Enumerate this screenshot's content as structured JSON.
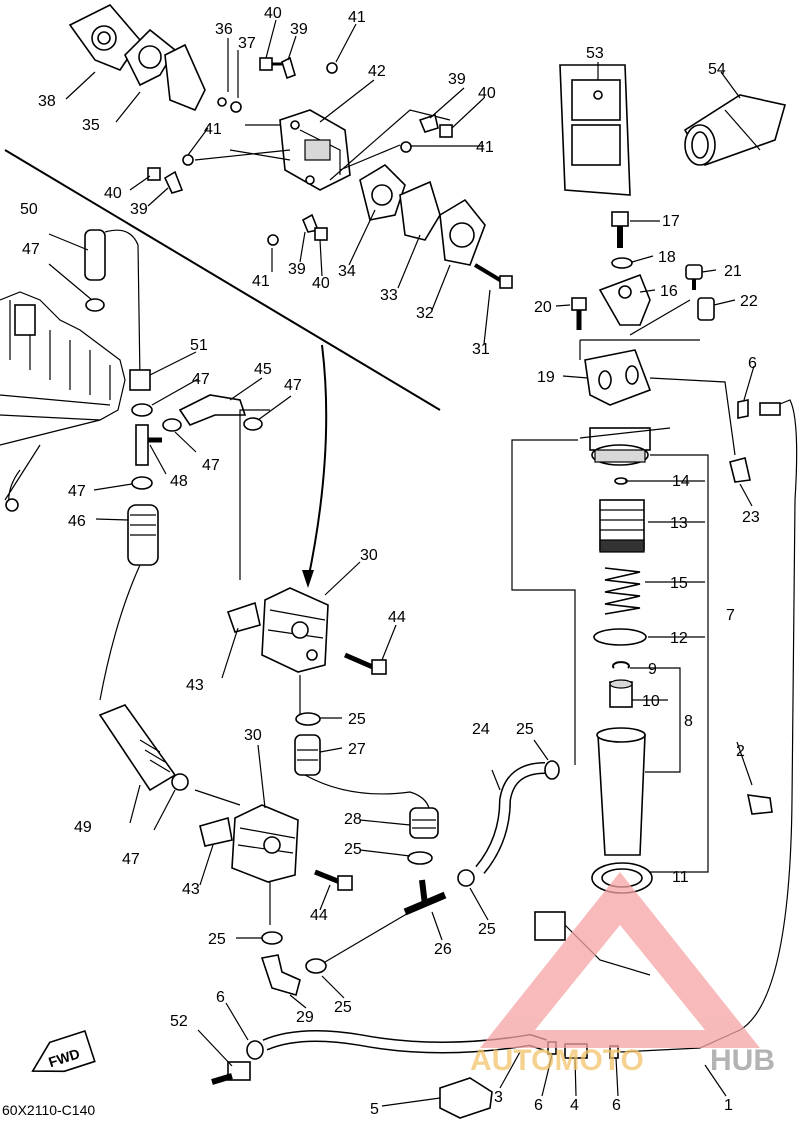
{
  "diagram_code": "60X2110-C140",
  "fwd_label": "FWD",
  "watermark": {
    "brand_part1": "AUTOMOTO",
    "brand_part2": "HUB",
    "color_part1": "#f2c46b",
    "color_part2": "#9a9a9a",
    "triangle_color": "#f5a3a3"
  },
  "callouts": [
    "1",
    "2",
    "3",
    "4",
    "5",
    "6",
    "7",
    "8",
    "9",
    "10",
    "11",
    "12",
    "13",
    "14",
    "15",
    "16",
    "17",
    "18",
    "19",
    "20",
    "21",
    "22",
    "23",
    "24",
    "25",
    "26",
    "27",
    "28",
    "29",
    "30",
    "31",
    "32",
    "33",
    "34",
    "35",
    "36",
    "37",
    "38",
    "39",
    "40",
    "41",
    "42",
    "43",
    "44",
    "45",
    "46",
    "47",
    "48",
    "49",
    "50",
    "51",
    "52",
    "53",
    "54"
  ]
}
